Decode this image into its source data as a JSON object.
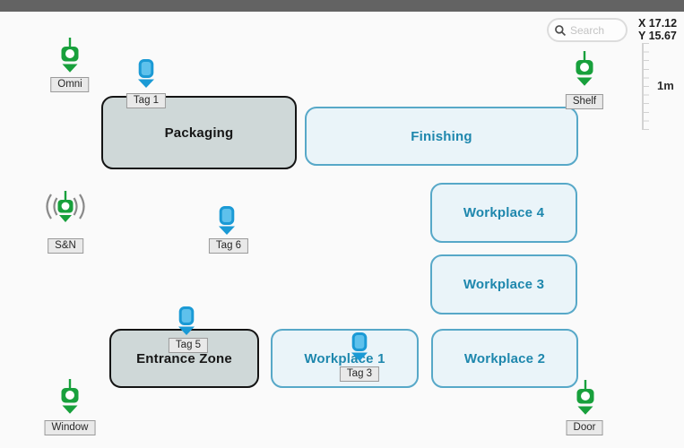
{
  "search": {
    "placeholder": "Search"
  },
  "coordinates": {
    "x_label": "X 17.12",
    "y_label": "Y 15.67"
  },
  "ruler": {
    "scale_label": "1m"
  },
  "zones": [
    {
      "id": "packaging",
      "label": "Packaging",
      "style": "highlighted-gray"
    },
    {
      "id": "finishing",
      "label": "Finishing",
      "style": "teal"
    },
    {
      "id": "workplace4",
      "label": "Workplace 4",
      "style": "teal"
    },
    {
      "id": "workplace3",
      "label": "Workplace 3",
      "style": "teal"
    },
    {
      "id": "workplace2",
      "label": "Workplace 2",
      "style": "teal"
    },
    {
      "id": "workplace1",
      "label": "Workplace 1",
      "style": "teal"
    },
    {
      "id": "entrance",
      "label": "Entrance Zone",
      "style": "highlighted-gray"
    }
  ],
  "anchors": [
    {
      "id": "omni",
      "label": "Omni"
    },
    {
      "id": "shelf",
      "label": "Shelf"
    },
    {
      "id": "sn",
      "label": "S&N",
      "signal_waves": true
    },
    {
      "id": "window",
      "label": "Window"
    },
    {
      "id": "door",
      "label": "Door"
    }
  ],
  "tags": [
    {
      "id": "tag1",
      "label": "Tag 1"
    },
    {
      "id": "tag6",
      "label": "Tag 6"
    },
    {
      "id": "tag5",
      "label": "Tag 5"
    },
    {
      "id": "tag3",
      "label": "Tag 3"
    }
  ],
  "colors": {
    "topbar": "#636363",
    "anchor_green": "#18a03c",
    "tag_blue": "#1b9ad5",
    "tag_blue_fill": "#5ec1ec",
    "zone_teal_border": "#57a8c8",
    "zone_teal_text": "#1e87ad",
    "zone_teal_fill": "#eaf4f9",
    "zone_gray_fill": "#cfd8d8",
    "zone_dark_border": "#141414"
  }
}
